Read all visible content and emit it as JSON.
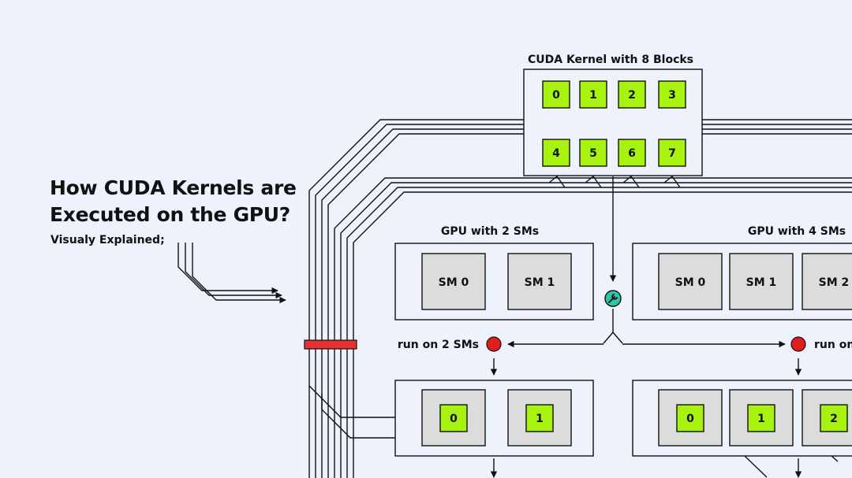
{
  "header": {
    "title_line1": "How CUDA Kernels are",
    "title_line2": "Executed on the GPU?",
    "subtitle": "Visualy Explained;"
  },
  "kernel": {
    "label": "CUDA Kernel with 8 Blocks",
    "blocks": [
      "0",
      "1",
      "2",
      "3",
      "4",
      "5",
      "6",
      "7"
    ]
  },
  "gpu2": {
    "label": "GPU with 2 SMs",
    "sms": [
      "SM 0",
      "SM 1"
    ],
    "run_label": "run on 2 SMs",
    "assigned_blocks": [
      "0",
      "1"
    ]
  },
  "gpu4": {
    "label": "GPU with 4 SMs",
    "sms": [
      "SM 0",
      "SM 1",
      "SM 2"
    ],
    "run_label": "run on",
    "assigned_blocks": [
      "0",
      "1",
      "2"
    ]
  },
  "colors": {
    "background": "#eef2fc",
    "block_fill": "#a8f20f",
    "sm_fill": "#dcdcdc",
    "run_dot": "#e01e1e",
    "scheduler": "#2fc4a6",
    "stripe": "#e53333",
    "line": "#111111"
  },
  "icons": {
    "scheduler": "wrench-icon",
    "run_indicator": "red-dot-icon"
  }
}
